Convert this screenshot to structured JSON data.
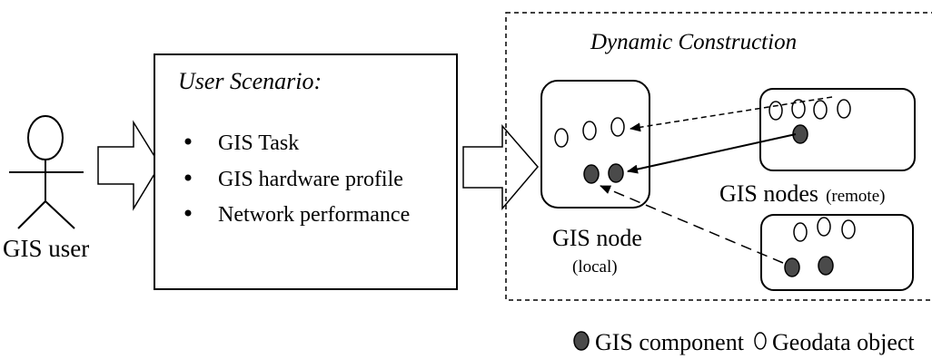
{
  "actor": {
    "label": "GIS user"
  },
  "scenario": {
    "title": "User Scenario:",
    "items": [
      "GIS Task",
      "GIS hardware profile",
      "Network performance"
    ]
  },
  "construction": {
    "title": "Dynamic Construction",
    "local_node_label": "GIS node",
    "local_node_sublabel": "(local)",
    "remote_nodes_label": "GIS nodes",
    "remote_nodes_sublabel": "(remote)"
  },
  "legend": {
    "component_label": "GIS component",
    "geodata_label": "Geodata object"
  },
  "colors": {
    "component_fill": "#4a4a4a",
    "stroke": "#000000"
  }
}
